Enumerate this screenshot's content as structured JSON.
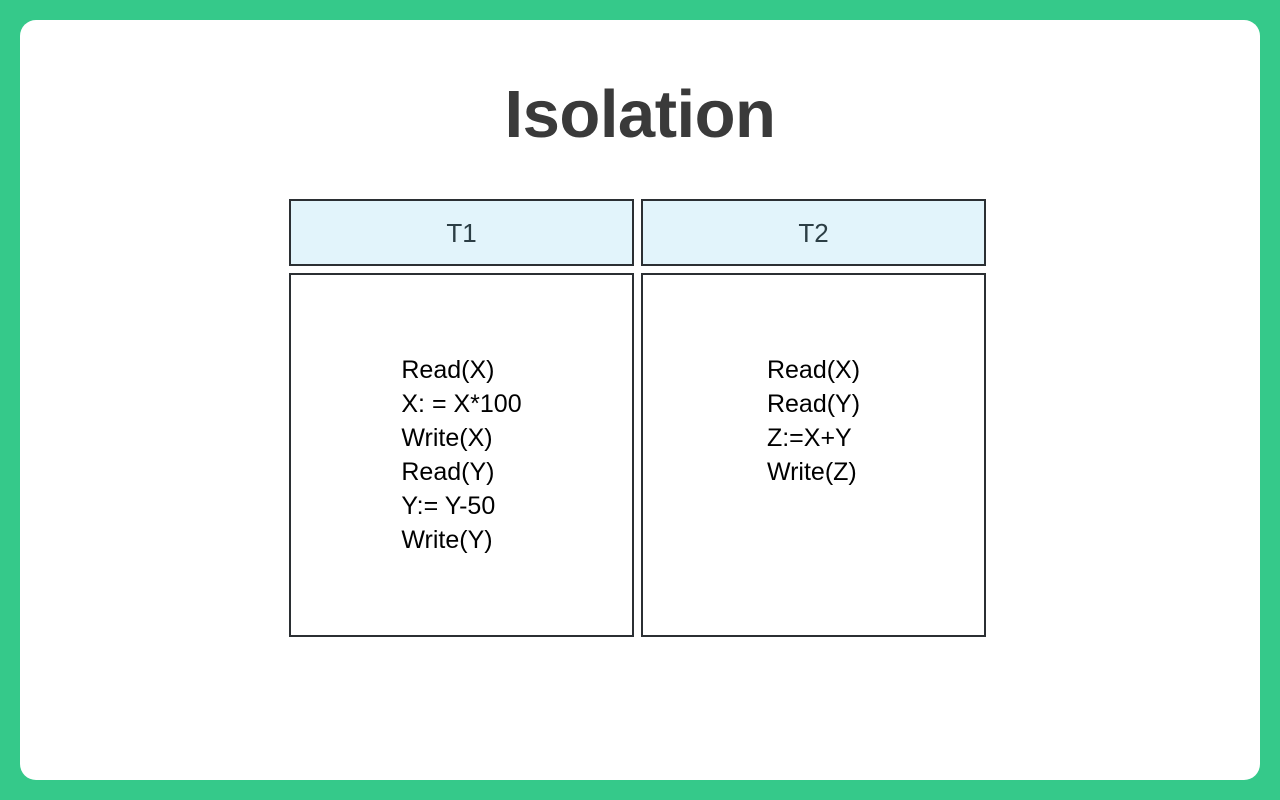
{
  "slide": {
    "title": "Isolation",
    "background_color": "#35c98a",
    "card_color": "#ffffff",
    "title_color": "#3a3a3a"
  },
  "table": {
    "header_background": "#e2f4fb",
    "border_color": "#2b2f33",
    "columns": [
      {
        "header": "T1",
        "steps": [
          "Read(X)",
          "X: = X*100",
          "Write(X)",
          "Read(Y)",
          "Y:= Y-50",
          "Write(Y)"
        ]
      },
      {
        "header": "T2",
        "steps": [
          "Read(X)",
          "Read(Y)",
          "Z:=X+Y",
          "Write(Z)"
        ]
      }
    ]
  }
}
